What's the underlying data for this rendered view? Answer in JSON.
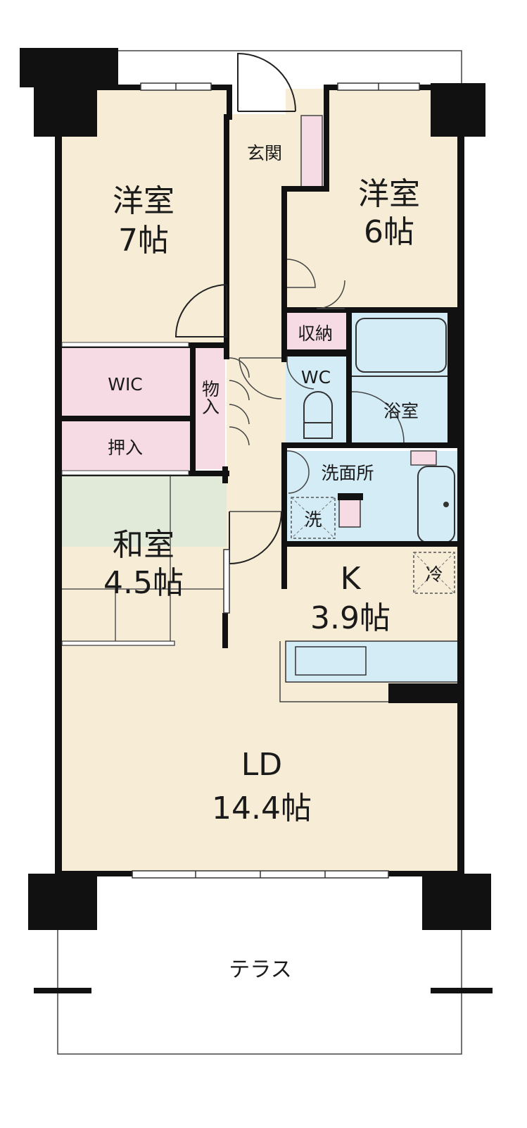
{
  "colors": {
    "wall": "#111111",
    "western_room": "#f7ecd6",
    "closet": "#f6dbe5",
    "japanese_room": "#e1ead9",
    "wet_area": "#d4ecf6",
    "terrace": "#ffffff"
  },
  "rooms": {
    "western1": {
      "name": "洋室",
      "size": "7帖"
    },
    "western2": {
      "name": "洋室",
      "size": "6帖"
    },
    "entrance": {
      "name": "玄関"
    },
    "storage": {
      "name": "収納"
    },
    "wic": {
      "name": "WIC"
    },
    "mono": {
      "name": "物入"
    },
    "oshiire": {
      "name": "押入"
    },
    "wc": {
      "name": "WC"
    },
    "bath": {
      "name": "浴室"
    },
    "washroom": {
      "name": "洗面所"
    },
    "washer": {
      "name": "洗"
    },
    "fridge": {
      "name": "冷"
    },
    "japanese": {
      "name": "和室",
      "size": "4.5帖"
    },
    "kitchen": {
      "name": "K",
      "size": "3.9帖"
    },
    "ld": {
      "name": "LD",
      "size": "14.4帖"
    },
    "terrace": {
      "name": "テラス"
    }
  }
}
